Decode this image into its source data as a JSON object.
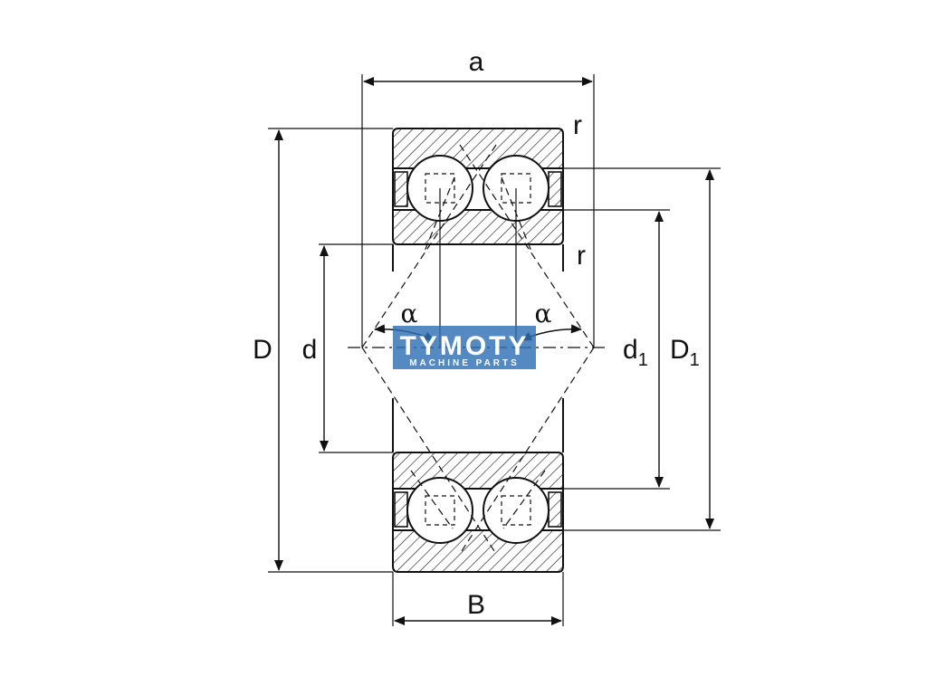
{
  "labels": {
    "a": "a",
    "r_top": "r",
    "r_mid": "r",
    "alpha_left": "α",
    "alpha_right": "α",
    "D": "D",
    "d": "d",
    "d1_main": "d",
    "d1_sub": "1",
    "D1_main": "D",
    "D1_sub": "1",
    "B": "B"
  },
  "watermark": {
    "title": "TYMOTY",
    "subtitle": "MACHINE PARTS"
  },
  "colors": {
    "line": "#111111",
    "watermark_bg": "#2f6fb5",
    "watermark_text": "#ffffff"
  }
}
